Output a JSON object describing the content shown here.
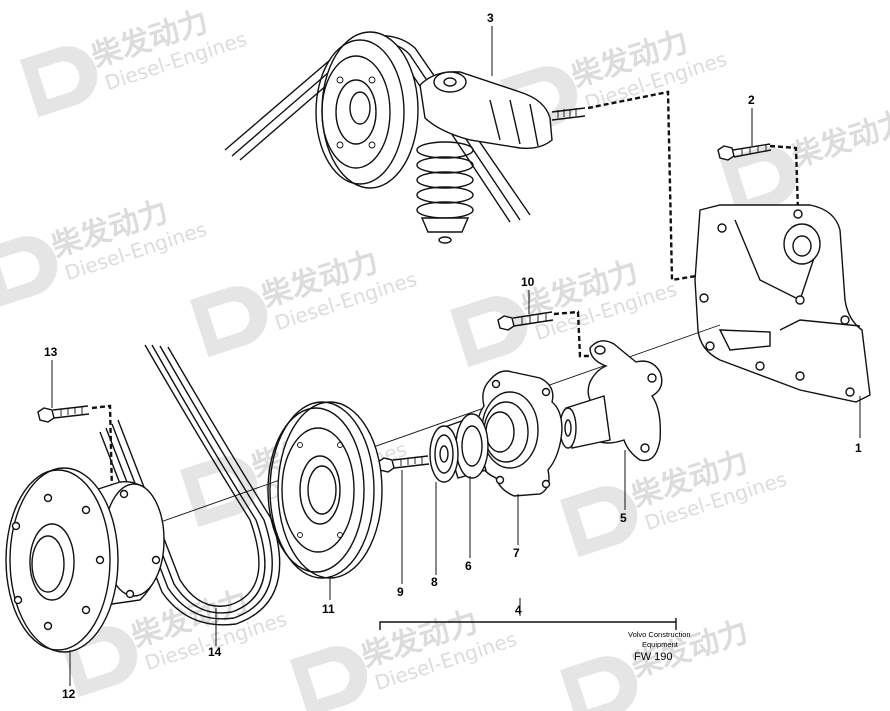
{
  "watermark": {
    "cn": "柴发动力",
    "en": "Diesel-Engines"
  },
  "callouts": {
    "c1": "1",
    "c2": "2",
    "c3": "3",
    "c4": "4",
    "c5": "5",
    "c6": "6",
    "c7": "7",
    "c8": "8",
    "c9": "9",
    "c10": "10",
    "c11": "11",
    "c12": "12",
    "c13": "13",
    "c14": "14"
  },
  "footer": {
    "line1": "Volvo Construction",
    "line2": "Equipment",
    "code": "FW 190"
  }
}
